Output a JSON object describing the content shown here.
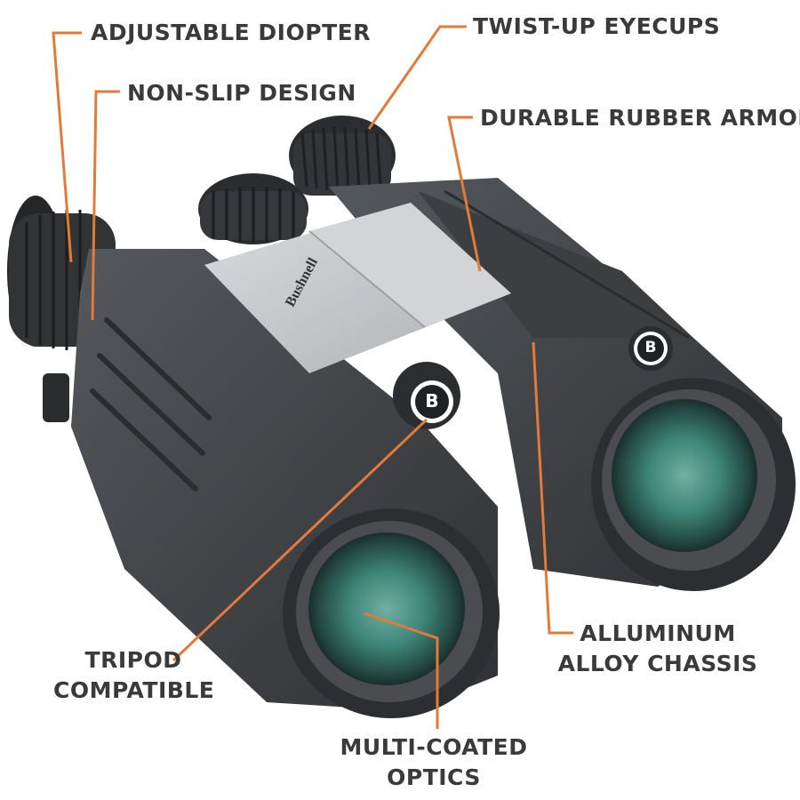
{
  "features": {
    "adjustable_diopter": "ADJUSTABLE DIOPTER",
    "non_slip_design": "NON-SLIP DESIGN",
    "twist_up_eyecups": "TWIST-UP EYECUPS",
    "durable_rubber_armor": "DURABLE RUBBER ARMOR",
    "tripod_compatible_line1": "TRIPOD",
    "tripod_compatible_line2": "COMPATIBLE",
    "aluminum_alloy_line1": "ALLUMINUM",
    "aluminum_alloy_line2": "ALLOY CHASSIS",
    "multi_coated_line1": "MULTI-COATED",
    "multi_coated_line2": "OPTICS"
  },
  "product": {
    "brand_mark": "Bushnell",
    "logo_letter": "B"
  },
  "colors": {
    "callout_line": "#e07b39",
    "label_text": "#3a3a3a",
    "body_dark": "#3b3d40",
    "body_mid": "#4a4c50",
    "plate": "#c9cbcd",
    "lens_green": "#3d7f74"
  }
}
